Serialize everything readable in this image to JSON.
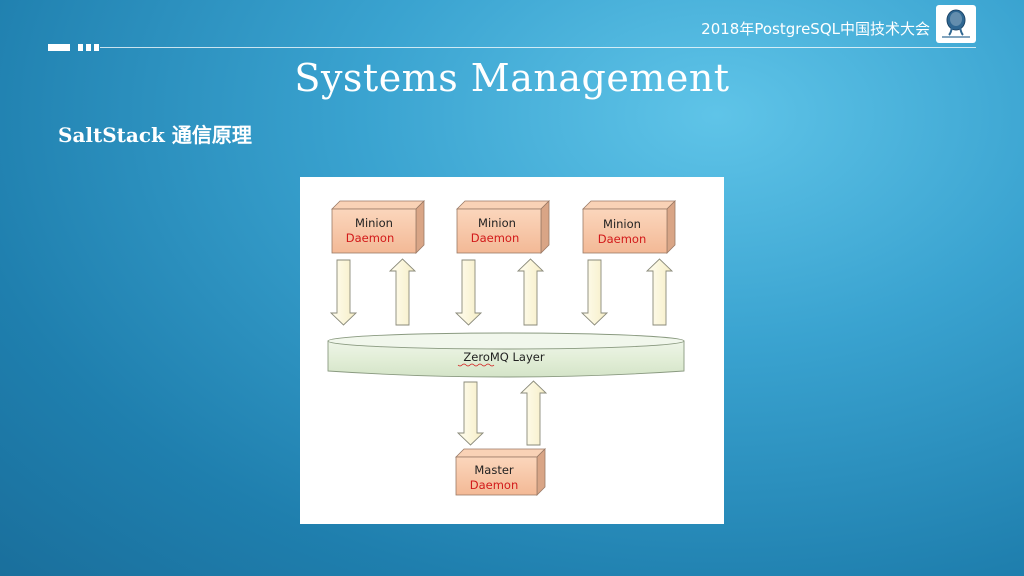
{
  "header": {
    "conference": "2018年PostgreSQL中国技术大会",
    "logo_icon": "postgresql-elephant-logo"
  },
  "slide": {
    "title": "Systems Management",
    "subtitle": "SaltStack 通信原理"
  },
  "diagram": {
    "minions": [
      {
        "line1": "Minion",
        "line2": "Daemon"
      },
      {
        "line1": "Minion",
        "line2": "Daemon"
      },
      {
        "line1": "Minion",
        "line2": "Daemon"
      }
    ],
    "layer": "ZeroMQ Layer",
    "master": {
      "line1": "Master",
      "line2": "Daemon"
    }
  },
  "colors": {
    "box_face": "#f8c8a8",
    "box_side": "#d9a586",
    "daemon_text": "#d21a1a",
    "arrow_fill": "#fbf6d8",
    "layer_fill": "#e4efd9"
  }
}
